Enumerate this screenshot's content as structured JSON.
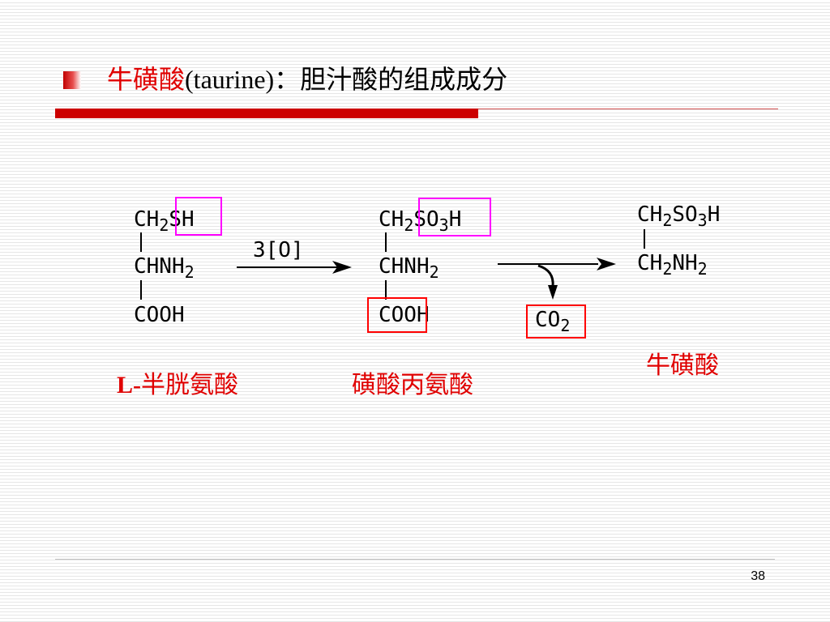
{
  "slide": {
    "title_red": "牛磺酸",
    "title_paren": "(taurine)",
    "title_rest": "：胆汁酸的组成成分",
    "page_number": "38"
  },
  "compounds": {
    "cysteine": {
      "row1_a": "CH",
      "row1_sub": "2",
      "row1_group": "SH",
      "row2_a": "CHNH",
      "row2_sub": "2",
      "row3": "COOH",
      "label_prefix": "L-",
      "label_cn": "半胱氨酸"
    },
    "cysteic_acid": {
      "row1_a": "CH",
      "row1_sub": "2",
      "row1_g1": "SO",
      "row1_gsub": "3",
      "row1_g2": "H",
      "row2_a": "CHNH",
      "row2_sub": "2",
      "row3": "COOH",
      "label": "磺酸丙氨酸"
    },
    "taurine": {
      "row1_a": "CH",
      "row1_sub": "2",
      "row1_b": "SO",
      "row1_bsub": "3",
      "row1_c": "H",
      "row2_a": "CH",
      "row2_sub": "2",
      "row2_b": "NH",
      "row2_bsub": "2",
      "label": "牛磺酸"
    }
  },
  "reaction": {
    "oxidation": "3[O]",
    "byproduct": "CO",
    "byproduct_sub": "2"
  },
  "colors": {
    "accent_red": "#e00000",
    "highlight_pink": "#ff00ff",
    "highlight_red": "#ff0000"
  }
}
